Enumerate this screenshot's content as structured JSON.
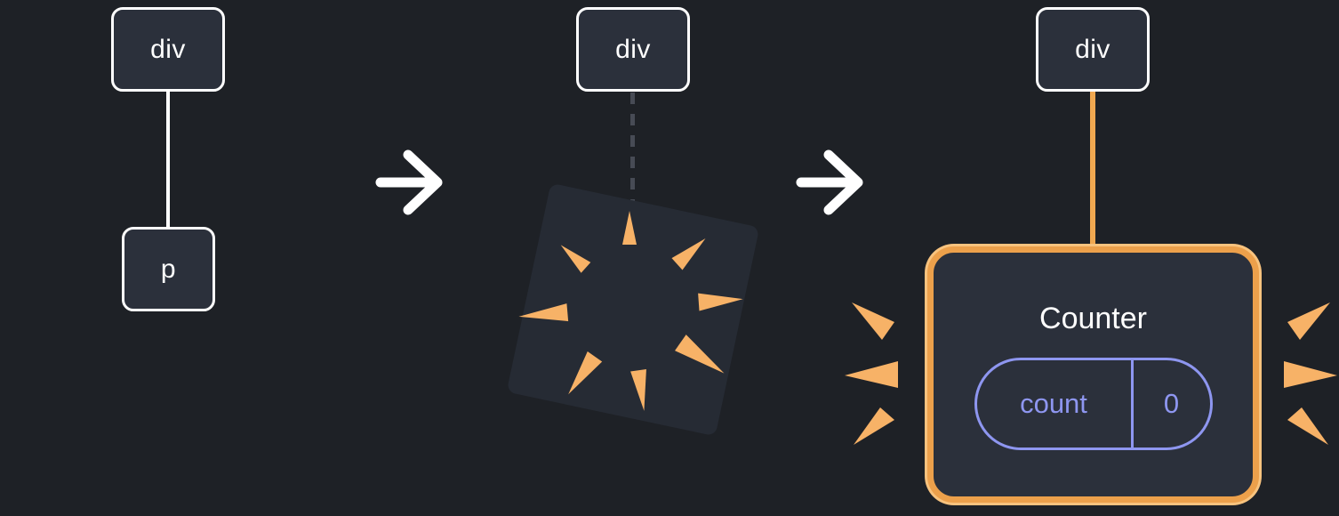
{
  "diagram": {
    "stage1": {
      "parent_tag": "div",
      "child_tag": "p"
    },
    "stage2": {
      "parent_tag": "div"
    },
    "stage3": {
      "parent_tag": "div",
      "counter": {
        "title": "Counter",
        "state_label": "count",
        "state_value": "0"
      }
    },
    "icons": {
      "arrow": "right-arrow",
      "explosion": "poof-burst",
      "sparks": "sparkle-burst"
    },
    "colors": {
      "background": "#1e2126",
      "node_fill": "#2b303b",
      "node_border": "#ffffff",
      "connector_white": "#ffffff",
      "connector_dashed": "#474b55",
      "accent_orange": "#eca04b",
      "accent_orange_light": "#f8c37e",
      "spark_orange": "#f7b267",
      "state_purple": "#8e96f0",
      "text": "#ffffff"
    }
  }
}
